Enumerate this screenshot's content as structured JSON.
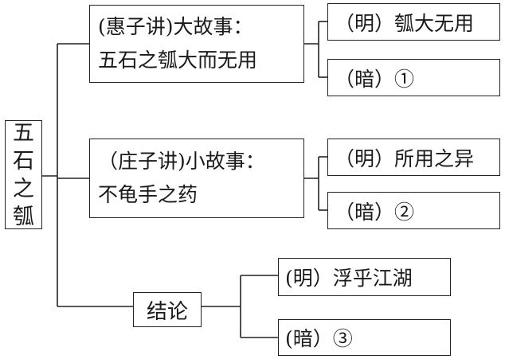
{
  "root": {
    "chars": [
      "五",
      "石",
      "之",
      "瓠"
    ]
  },
  "branches": [
    {
      "line1": "(惠子讲)大故事：",
      "line2": "五石之瓠大而无用",
      "leaves": [
        "（明）瓠大无用",
        "（暗）①"
      ]
    },
    {
      "line1": "（庄子讲)小故事：",
      "line2": "不龟手之药",
      "leaves": [
        "（明）所用之异",
        "（暗）②"
      ]
    },
    {
      "label": "结论",
      "leaves": [
        "(明）浮乎江湖",
        "(暗）③"
      ]
    }
  ]
}
